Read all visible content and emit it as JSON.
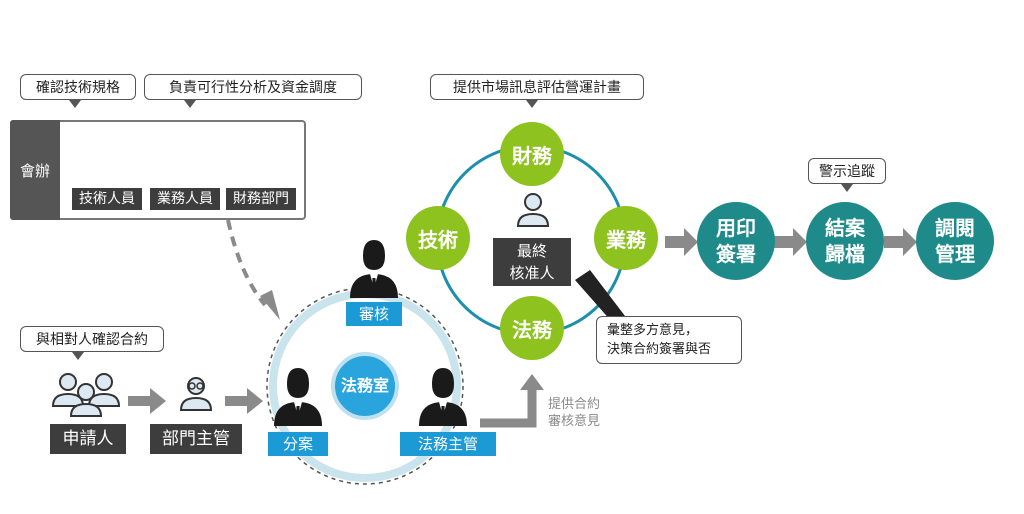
{
  "callouts": {
    "confirm_spec": "確認技術規格",
    "feasibility": "負責可行性分析及資金調度",
    "market": "提供市場訊息評估營運計畫",
    "confirm_contract": "與相對人確認合約",
    "warning": "警示追蹤",
    "final_note_line1": "彙整多方意見，",
    "final_note_line2": "決策合約簽署與否"
  },
  "cosign": {
    "title": "會辦",
    "roles": [
      "技術人員",
      "業務人員",
      "財務部門"
    ]
  },
  "applicant": "申請人",
  "dept_head": "部門主管",
  "legal": {
    "center": "法務室",
    "review": "審核",
    "assign": "分案",
    "supervisor": "法務主管"
  },
  "provide_line1": "提供合約",
  "provide_line2": "審核意見",
  "ring": {
    "finance": "財務",
    "tech": "技術",
    "business": "業務",
    "legal": "法務",
    "approver_line1": "最終",
    "approver_line2": "核准人"
  },
  "flow": {
    "step1_line1": "用印",
    "step1_line2": "簽署",
    "step2_line1": "結案",
    "step2_line2": "歸檔",
    "step3_line1": "調閱",
    "step3_line2": "管理"
  },
  "colors": {
    "green": "#8dc21f",
    "teal": "#1f8a8a",
    "blue": "#1b9ad6",
    "dark": "#3d3d3d",
    "arrow": "#8a8a8a"
  }
}
